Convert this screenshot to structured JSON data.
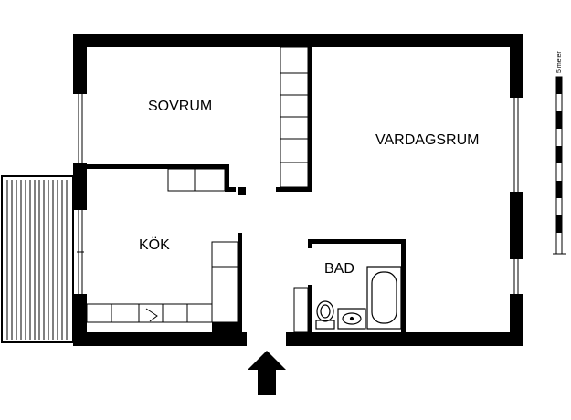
{
  "rooms": {
    "bedroom": "SOVRUM",
    "living_room": "VARDAGSRUM",
    "kitchen": "KÖK",
    "bathroom": "BAD"
  },
  "scale_bar": {
    "label": "5 meter"
  },
  "entrance": {
    "icon": "arrow-up-icon"
  },
  "colors": {
    "wall": "#000000",
    "background": "#ffffff"
  }
}
